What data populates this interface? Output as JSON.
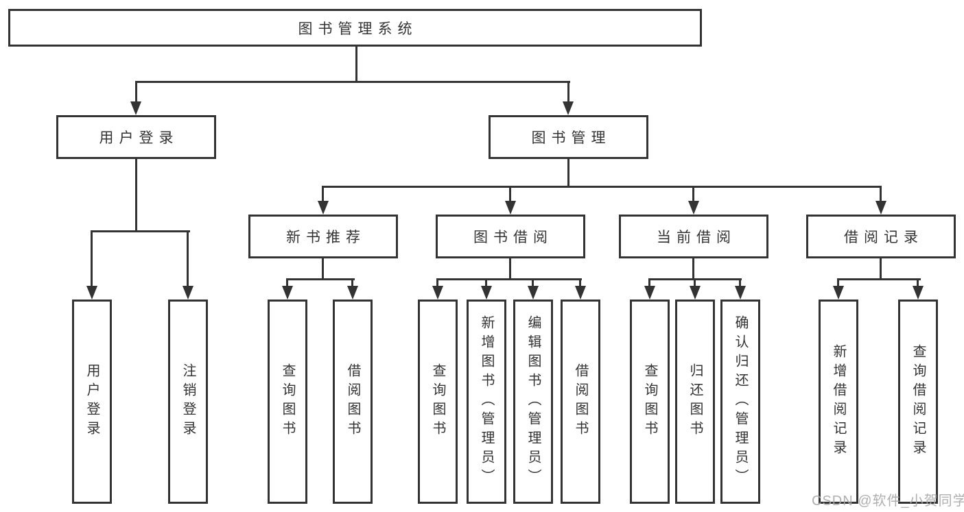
{
  "tree": {
    "root": {
      "label": "图书管理系统",
      "children": [
        {
          "label": "用户登录",
          "children": [
            {
              "label": "用户登录"
            },
            {
              "label": "注销登录"
            }
          ]
        },
        {
          "label": "图书管理",
          "children": [
            {
              "label": "新书推荐",
              "children": [
                {
                  "label": "查询图书"
                },
                {
                  "label": "借阅图书"
                }
              ]
            },
            {
              "label": "图书借阅",
              "children": [
                {
                  "label": "查询图书"
                },
                {
                  "label": "新增图书（管理员）"
                },
                {
                  "label": "编辑图书（管理员）"
                },
                {
                  "label": "借阅图书"
                }
              ]
            },
            {
              "label": "当前借阅",
              "children": [
                {
                  "label": "查询图书"
                },
                {
                  "label": "归还图书"
                },
                {
                  "label": "确认归还（管理员）"
                }
              ]
            },
            {
              "label": "借阅记录",
              "children": [
                {
                  "label": "新增借阅记录"
                },
                {
                  "label": "查询借阅记录"
                }
              ]
            }
          ]
        }
      ]
    }
  },
  "watermark": {
    "text": "CSDN @软件_小贺同学"
  },
  "colors": {
    "background": "#ffffff",
    "line": "#333333",
    "box_border": "#333333",
    "box_fill": "#ffffff",
    "text": "#333333",
    "watermark": "#a8a8a8"
  }
}
